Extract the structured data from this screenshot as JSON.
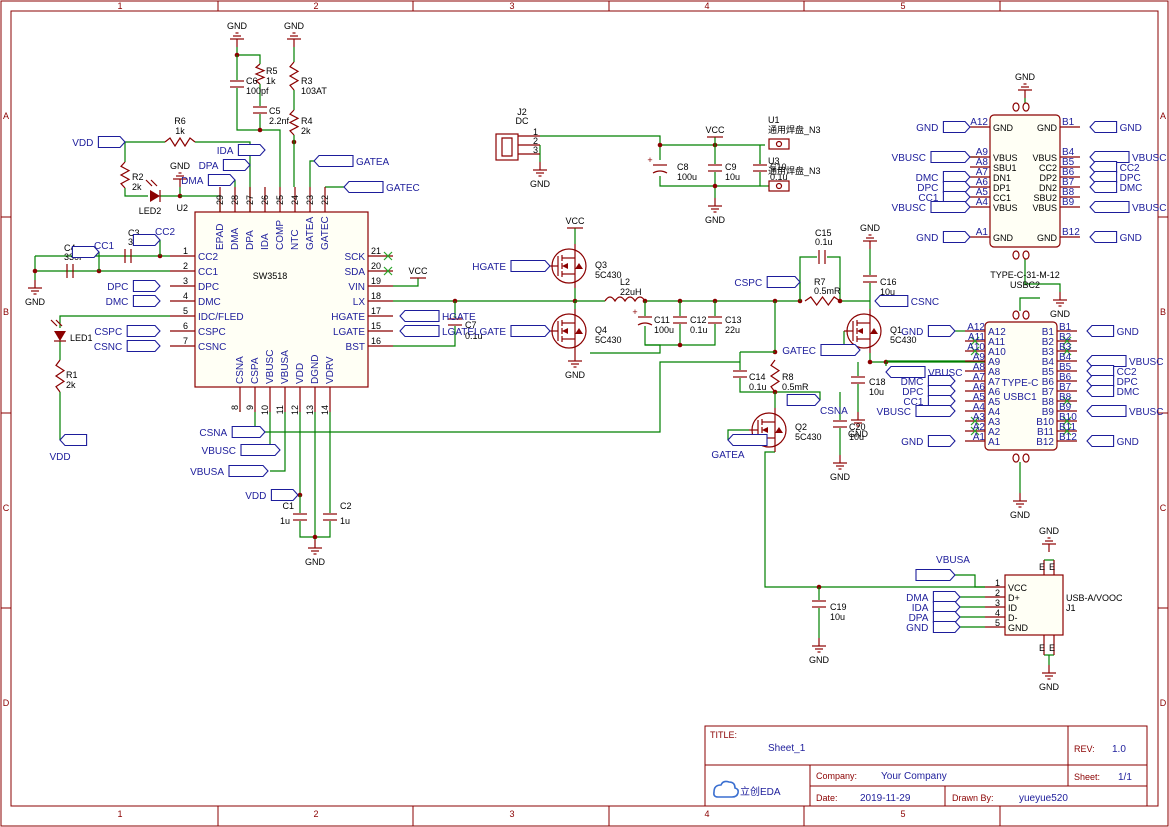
{
  "frame": {
    "col_labels": [
      "1",
      "2",
      "3",
      "4",
      "5"
    ],
    "row_labels": [
      "A",
      "B",
      "C",
      "D"
    ]
  },
  "title_block": {
    "title_label": "TITLE:",
    "title": "Sheet_1",
    "rev_label": "REV:",
    "rev": "1.0",
    "company_label": "Company:",
    "company": "Your Company",
    "sheet_label": "Sheet:",
    "sheet": "1/1",
    "date_label": "Date:",
    "date": "2019-11-29",
    "drawn_label": "Drawn By:",
    "drawn_by": "yueyue520",
    "logo_text": "立创EDA"
  },
  "components": {
    "u2": {
      "ref": "U2",
      "part": "SW3518",
      "left_pins": [
        [
          "1",
          "CC2"
        ],
        [
          "2",
          "CC1"
        ],
        [
          "3",
          "DPC"
        ],
        [
          "4",
          "DMC"
        ],
        [
          "5",
          "IDC/FLED"
        ],
        [
          "6",
          "CSPC"
        ],
        [
          "7",
          "CSNC"
        ]
      ],
      "top_pins": [
        [
          "29",
          "EPAD"
        ],
        [
          "28",
          "DMA"
        ],
        [
          "27",
          "DPA"
        ],
        [
          "26",
          "IDA"
        ],
        [
          "25",
          "COMP"
        ],
        [
          "24",
          "NTC"
        ],
        [
          "23",
          "GATEA"
        ],
        [
          "22",
          "GATEC"
        ]
      ],
      "right_pins": [
        [
          "21",
          "SCK"
        ],
        [
          "20",
          "SDA"
        ],
        [
          "19",
          "VIN"
        ],
        [
          "18",
          "LX"
        ],
        [
          "17",
          "HGATE"
        ],
        [
          "15",
          "LGATE"
        ],
        [
          "16",
          "BST"
        ]
      ],
      "bottom_pins": [
        [
          "8",
          "CSNA"
        ],
        [
          "9",
          "CSPA"
        ],
        [
          "10",
          "VBUSC"
        ],
        [
          "11",
          "VBUSA"
        ],
        [
          "12",
          "VDD"
        ],
        [
          "13",
          "DGND"
        ],
        [
          "14",
          "VDRV"
        ]
      ]
    },
    "r1": {
      "ref": "R1",
      "val": "2k"
    },
    "r2": {
      "ref": "R2",
      "val": "2k"
    },
    "r3": {
      "ref": "R3",
      "val": "103AT"
    },
    "r4": {
      "ref": "R4",
      "val": "2k"
    },
    "r5": {
      "ref": "R5",
      "val": "1k"
    },
    "r6": {
      "ref": "R6",
      "val": "1k"
    },
    "r7": {
      "ref": "R7",
      "val": "0.5mR"
    },
    "r8": {
      "ref": "R8",
      "val": "0.5mR"
    },
    "c1": {
      "ref": "C1",
      "val": "1u"
    },
    "c2": {
      "ref": "C2",
      "val": "1u"
    },
    "c3": {
      "ref": "C3",
      "val": "330P"
    },
    "c4": {
      "ref": "C4",
      "val": "330P"
    },
    "c5": {
      "ref": "C5",
      "val": "2.2nf"
    },
    "c6": {
      "ref": "C6",
      "val": "100pf"
    },
    "c7": {
      "ref": "C7",
      "val": "0.1u"
    },
    "c8": {
      "ref": "C8",
      "val": "100u"
    },
    "c9": {
      "ref": "C9",
      "val": "10u"
    },
    "c10": {
      "ref": "C10",
      "val": "0.1u"
    },
    "c11": {
      "ref": "C11",
      "val": "100u"
    },
    "c12": {
      "ref": "C12",
      "val": "0.1u"
    },
    "c13": {
      "ref": "C13",
      "val": "22u"
    },
    "c14": {
      "ref": "C14",
      "val": "0.1u"
    },
    "c15": {
      "ref": "C15",
      "val": "0.1u"
    },
    "c16": {
      "ref": "C16",
      "val": "10u"
    },
    "c18": {
      "ref": "C18",
      "val": "10u"
    },
    "c19": {
      "ref": "C19",
      "val": "10u"
    },
    "c20": {
      "ref": "C20",
      "val": "10u"
    },
    "l2": {
      "ref": "L2",
      "val": "22uH"
    },
    "led1": {
      "ref": "LED1"
    },
    "led2": {
      "ref": "LED2"
    },
    "q1": {
      "ref": "Q1",
      "val": "5C430"
    },
    "q2": {
      "ref": "Q2",
      "val": "5C430"
    },
    "q3": {
      "ref": "Q3",
      "val": "5C430"
    },
    "q4": {
      "ref": "Q4",
      "val": "5C430"
    },
    "j2": {
      "ref": "J2",
      "val": "DC",
      "pins": [
        "1",
        "2",
        "3"
      ]
    },
    "u1": {
      "ref": "U1",
      "val": "通用焊盘_N3"
    },
    "u3": {
      "ref": "U3",
      "val": "通用焊盘_N3"
    },
    "usbc2": {
      "ref": "USBC2",
      "val": "TYPE-C-31-M-12",
      "left_pins": [
        "A12",
        "A9",
        "A8",
        "A7",
        "A6",
        "A5",
        "A4",
        "A1"
      ],
      "left_names": [
        "GND",
        "VBUS",
        "SBU1",
        "DN1",
        "DP1",
        "CC1",
        "VBUS",
        "GND"
      ],
      "right_pins": [
        "B1",
        "B4",
        "B5",
        "B6",
        "B7",
        "B8",
        "B9",
        "B12"
      ],
      "right_names": [
        "GND",
        "VBUS",
        "CC2",
        "DP2",
        "DN2",
        "SBU2",
        "VBUS",
        "GND"
      ]
    },
    "usbc1": {
      "ref": "USBC1",
      "val": "TYPE-C",
      "left_pins": [
        "A12",
        "A11",
        "A10",
        "A9",
        "A8",
        "A7",
        "A6",
        "A5",
        "A4",
        "A3",
        "A2",
        "A1"
      ],
      "right_pins": [
        "B1",
        "B2",
        "B3",
        "B4",
        "B5",
        "B6",
        "B7",
        "B8",
        "B9",
        "B10",
        "B11",
        "B12"
      ]
    },
    "j1": {
      "ref": "J1",
      "val": "USB-A/VOOC",
      "pins": [
        [
          "1",
          "VCC"
        ],
        [
          "2",
          "D+"
        ],
        [
          "3",
          "ID"
        ],
        [
          "4",
          "D-"
        ],
        [
          "5",
          "GND"
        ]
      ]
    }
  },
  "net_labels": {
    "gnd": "GND",
    "vcc": "VCC",
    "vdd": "VDD",
    "vbusc": "VBUSC",
    "vbusa": "VBUSA",
    "cc1": "CC1",
    "cc2": "CC2",
    "dpc": "DPC",
    "dmc": "DMC",
    "dpa": "DPA",
    "dma": "DMA",
    "ida": "IDA",
    "cspc": "CSPC",
    "csnc": "CSNC",
    "cspa": "CSPA",
    "csna": "CSNA",
    "hgate": "HGATE",
    "lgate": "LGATE",
    "gatea": "GATEA",
    "gatec": "GATEC"
  }
}
